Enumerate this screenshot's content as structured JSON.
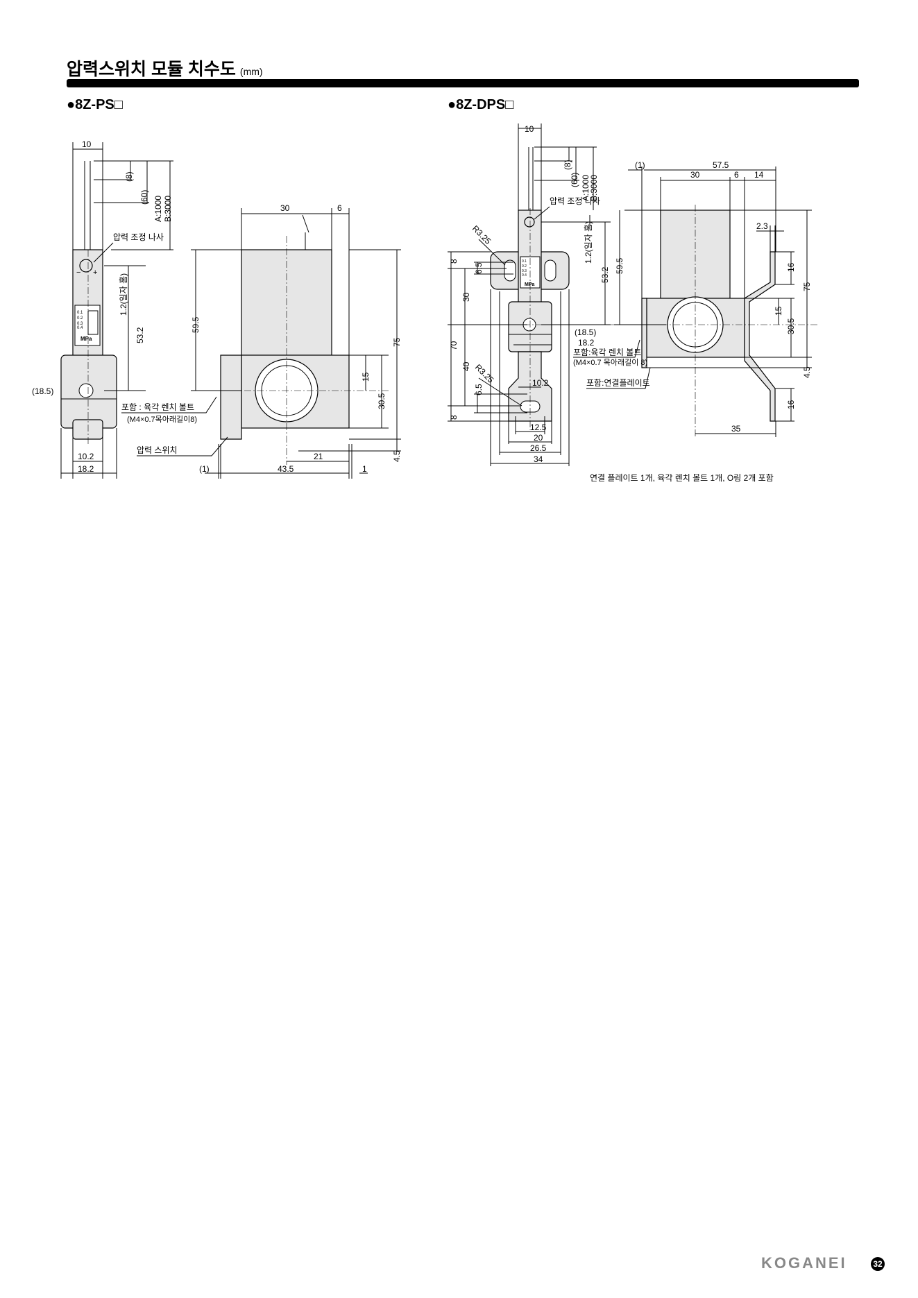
{
  "header": {
    "title": "압력스위치 모듈 치수도",
    "unit": "(mm)"
  },
  "sections": {
    "ps": {
      "title": "●8Z-PS□",
      "dims": {
        "w10": "10",
        "d8": "(8)",
        "d60": "(60)",
        "a1000": "A:1000",
        "b3000": "B:3000",
        "d30": "30",
        "d6": "6",
        "d595": "59.5",
        "d75": "75",
        "d15": "15",
        "d305": "30.5",
        "d45": "4.5",
        "d12": "1.2(일자 홈)",
        "d532": "53.2",
        "d185": "(18.5)",
        "d102": "10.2",
        "d182": "18.2",
        "d21": "21",
        "d435": "43.5",
        "d1p": "(1)",
        "d1": "1"
      },
      "labels": {
        "screw": "압력 조정 나사",
        "bolt": "포함 : 육각 렌치 볼트",
        "bolt_spec": "(M4×0.7목아래길이8)",
        "switch": "압력 스위치",
        "mpa": "MPa",
        "scale": [
          "0.1",
          "0.2",
          "0.3",
          "0.4"
        ],
        "minus": "−",
        "plus": "+"
      }
    },
    "dps": {
      "title": "●8Z-DPS□",
      "dims": {
        "w10": "10",
        "d8": "(8)",
        "d60": "(60)",
        "a1000": "A:1000",
        "b3000": "B:3000",
        "r1": "R3.25",
        "r2": "R3.25",
        "v8a": "8",
        "v65a": "6.5",
        "v30": "30",
        "v70": "70",
        "v40": "40",
        "v65b": "6.5",
        "v8b": "8",
        "d12": "1.2(일자 홈)",
        "d532": "53.2",
        "d185": "(18.5)",
        "d182": "18.2",
        "d102": "10.2",
        "d125": "12.5",
        "d20": "20",
        "d265": "26.5",
        "d34": "34",
        "d1p": "(1)",
        "d575": "57.5",
        "d30": "30",
        "d6": "6",
        "d14": "14",
        "d23": "2.3",
        "d595": "59.5",
        "d75": "75",
        "d16a": "16",
        "d15": "15",
        "d305": "30.5",
        "d45": "4.5",
        "d16b": "16",
        "d35": "35"
      },
      "labels": {
        "screw": "압력 조정 나사",
        "bolt": "포함:육각 렌치 볼트",
        "bolt_spec": "(M4×0.7 목아래길이 8)",
        "plate": "포함:연결플레이트",
        "mpa": "MPa",
        "scale": [
          "0.1",
          "0.2",
          "0.3",
          "0.4"
        ],
        "note": "연결 플레이트 1개, 육각 렌치 볼트 1개, O링 2개 포함"
      }
    }
  },
  "footer": {
    "brand": "KOGANEI",
    "page": "32"
  }
}
